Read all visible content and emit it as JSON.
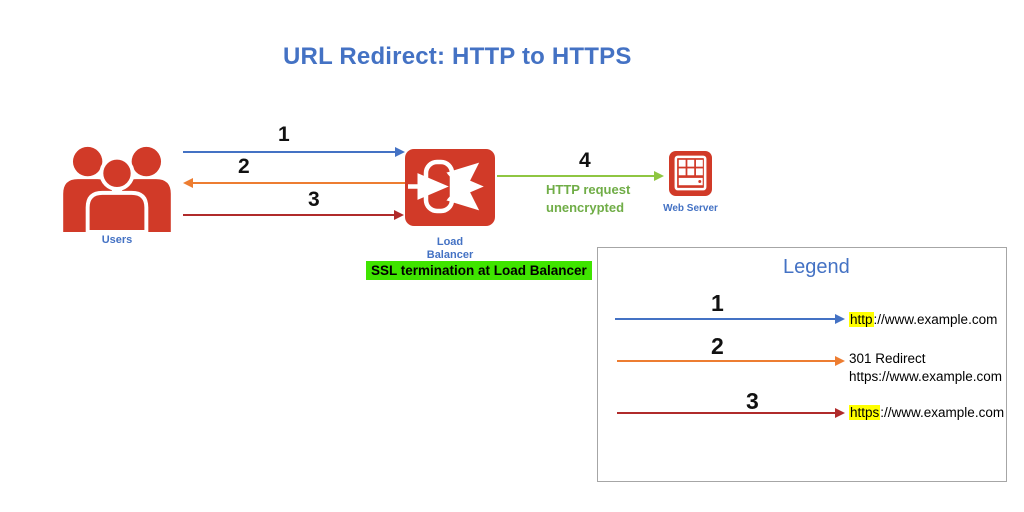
{
  "title": "URL Redirect: HTTP to HTTPS",
  "colors": {
    "blue": "#4472C4",
    "orange": "#ED7D31",
    "darkred": "#B02B2B",
    "green_arrow": "#8FC642",
    "green_text": "#70AD47",
    "red_icon": "#D13A28",
    "highlight_yellow": "#FFFF00",
    "highlight_green": "#3FE400",
    "legend_border": "#A6A6A6"
  },
  "nodes": {
    "users": {
      "label": "Users"
    },
    "load_balancer": {
      "label_line1": "Load",
      "label_line2": "Balancer",
      "note": "SSL termination at Load Balancer"
    },
    "web_server": {
      "label": "Web Server"
    }
  },
  "flows": [
    {
      "number": "1",
      "direction": "right",
      "color": "blue"
    },
    {
      "number": "2",
      "direction": "left",
      "color": "orange"
    },
    {
      "number": "3",
      "direction": "right",
      "color": "darkred"
    },
    {
      "number": "4",
      "direction": "right",
      "color": "green_arrow",
      "caption_line1": "HTTP request",
      "caption_line2": "unencrypted"
    }
  ],
  "legend": {
    "title": "Legend",
    "rows": [
      {
        "number": "1",
        "highlight": "http",
        "rest": "://www.example.com"
      },
      {
        "number": "2",
        "line1": "301 Redirect",
        "line2": "https://www.example.com"
      },
      {
        "number": "3",
        "highlight": "https",
        "rest": "://www.example.com"
      }
    ]
  }
}
